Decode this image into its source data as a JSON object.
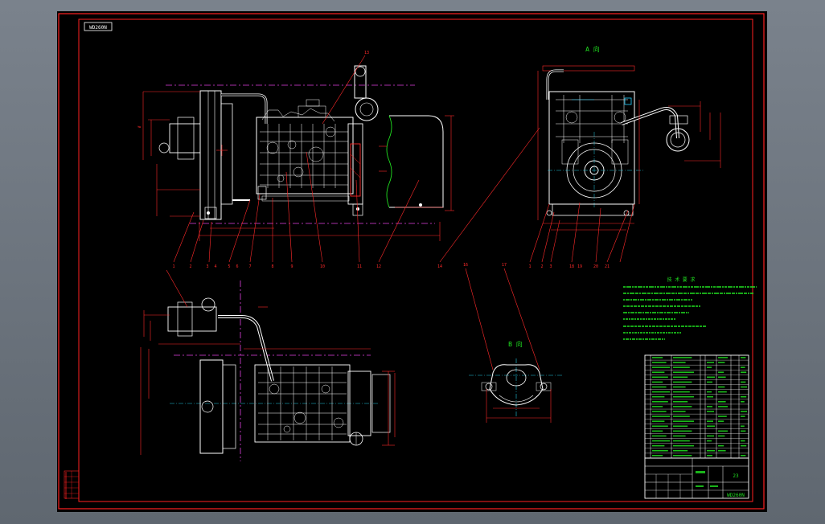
{
  "colors": {
    "background": "#000000",
    "frame": "#ff2020",
    "white_lines": "#ffffff",
    "dimension_red": "#ff2a2a",
    "centerline_magenta": "#e040e0",
    "centerline_cyan": "#20c8e0",
    "notes_green": "#20e020",
    "title_block": "#ffffff",
    "cyan_part": "#22d0ff"
  },
  "drawing": {
    "code_box": "WD260N",
    "title_block_code": "WD260N",
    "title_block_sheet": "23",
    "view_a_label": "A 向",
    "view_b_label": "B 向",
    "notes_title": "技 术 要 求",
    "side_view_balloons": [
      "1",
      "2",
      "3",
      "4",
      "5",
      "6",
      "7",
      "8",
      "9",
      "10",
      "11",
      "12",
      "13",
      "14"
    ],
    "end_view_balloons": [
      "1",
      "2",
      "3",
      "18",
      "19",
      "20",
      "21"
    ],
    "cut_labels": [
      "16",
      "17"
    ]
  },
  "icons": {
    "engine_side_view": "engine-side-view-icon",
    "engine_end_view": "engine-end-view-icon",
    "engine_top_view": "engine-top-view-icon",
    "mount_detail": "mount-detail-icon"
  }
}
